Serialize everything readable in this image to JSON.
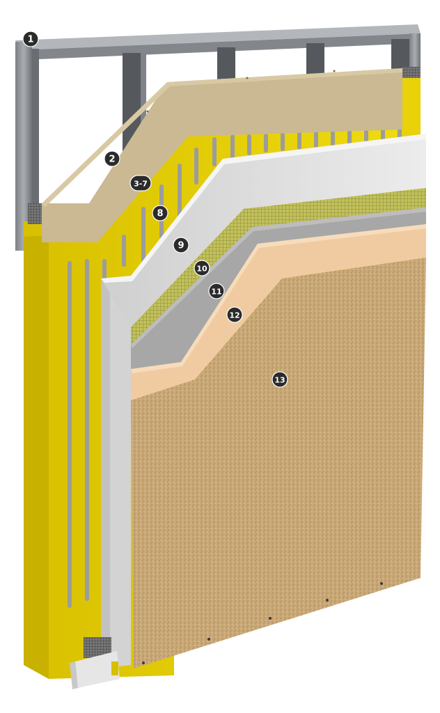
{
  "diagram": {
    "callouts": [
      {
        "id": "1",
        "label": "1"
      },
      {
        "id": "2",
        "label": "2"
      },
      {
        "id": "3-7",
        "label": "3-7"
      },
      {
        "id": "8",
        "label": "8"
      },
      {
        "id": "9",
        "label": "9"
      },
      {
        "id": "10",
        "label": "10"
      },
      {
        "id": "11",
        "label": "11"
      },
      {
        "id": "12",
        "label": "12"
      },
      {
        "id": "13",
        "label": "13"
      }
    ],
    "colors": {
      "steel_frame": "#8e9296",
      "sheathing_board": "#c9b88f",
      "insulation_yellow": "#e2cc0a",
      "foam_board": "#dcdcdc",
      "mesh": "#b6b85a",
      "base_coat": "#a9a9a9",
      "primer": "#efc9a0",
      "finish_plaster": "#c7a574",
      "badge": "#2b2b2b"
    }
  }
}
